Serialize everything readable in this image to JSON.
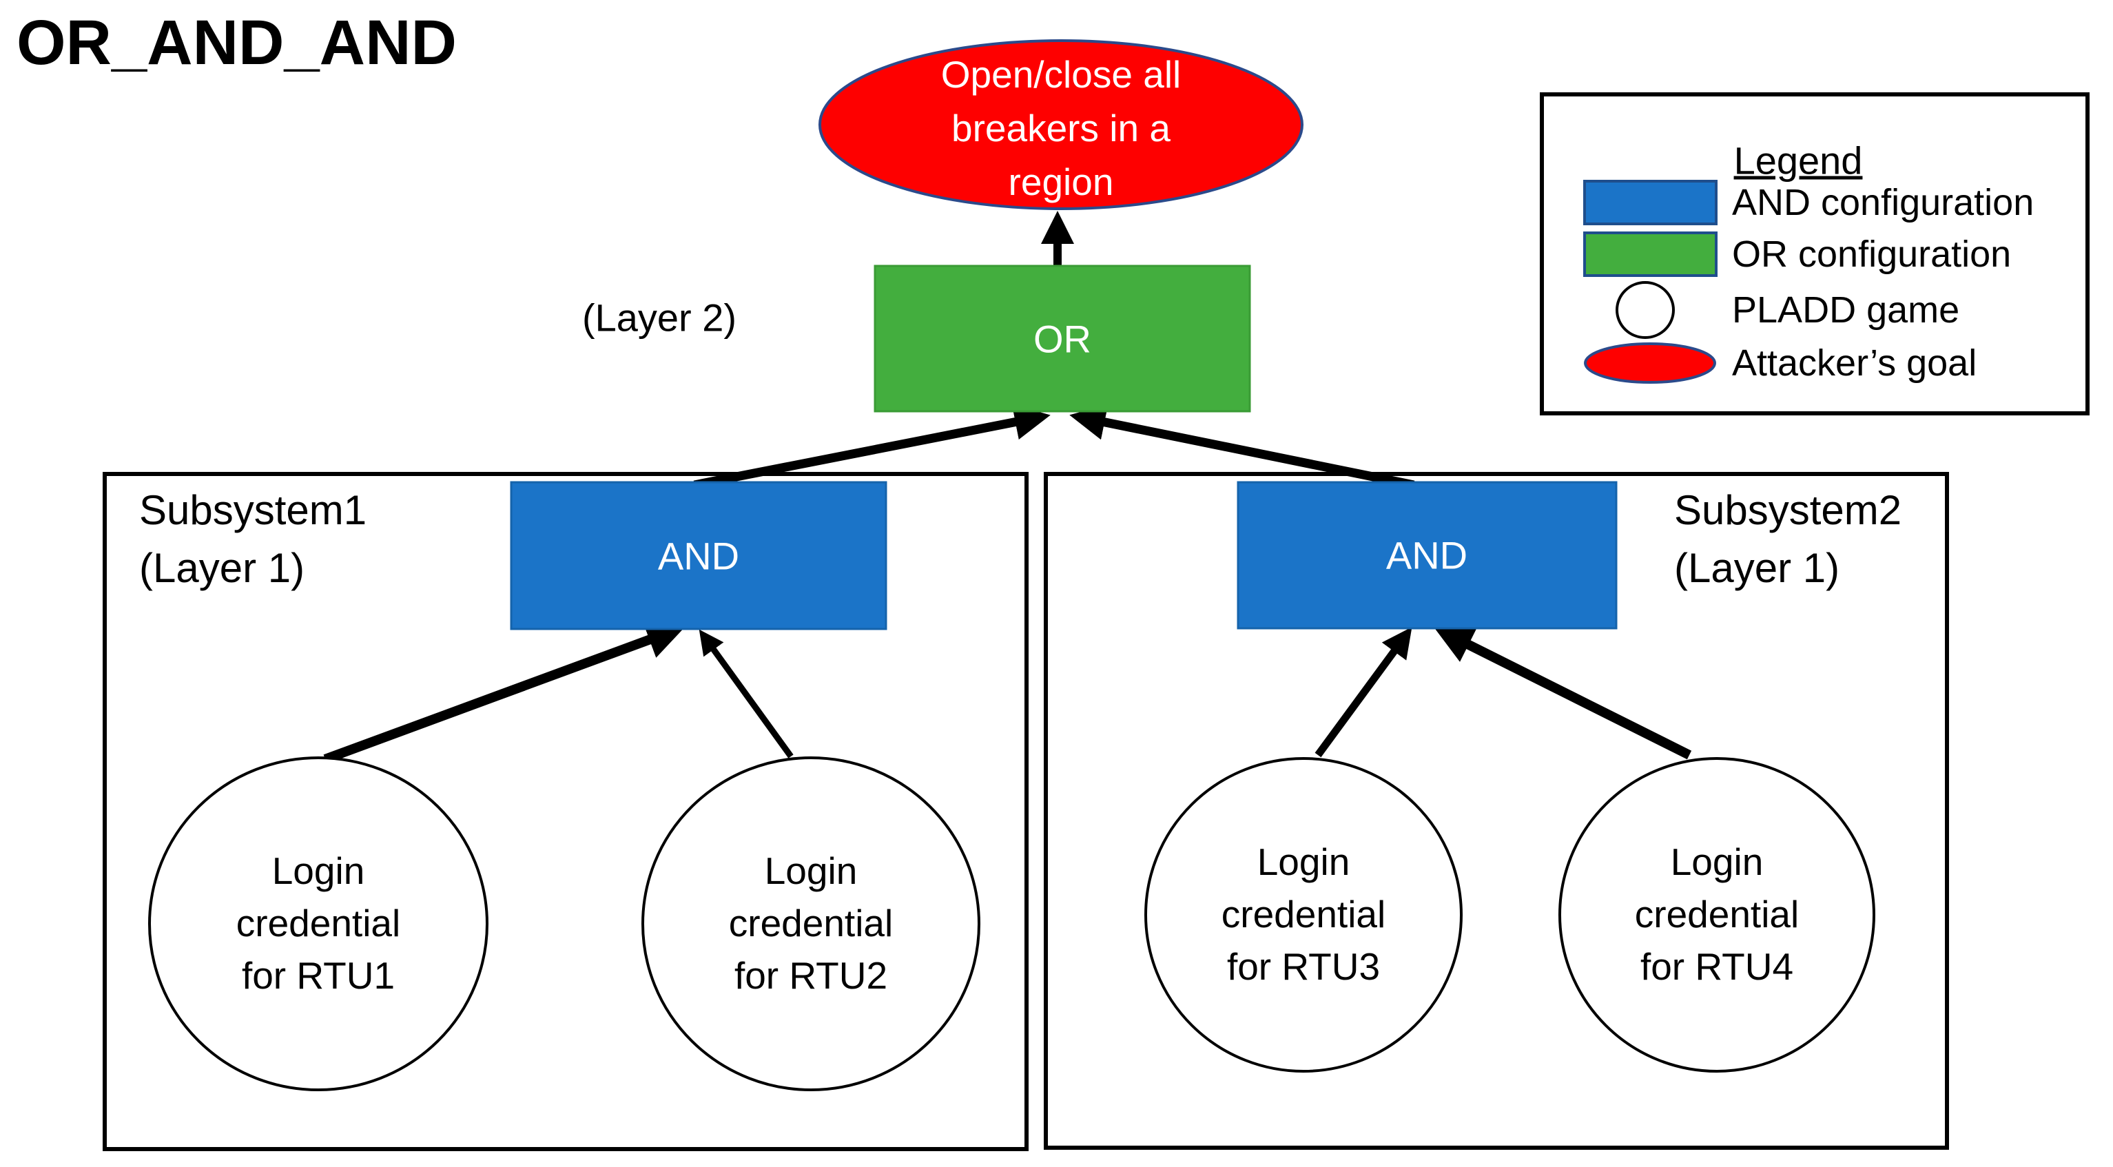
{
  "title": "OR_AND_AND",
  "colors": {
    "and_blue": "#1b74c8",
    "or_green": "#43ae3e",
    "goal_red": "#fe0000",
    "node_outline_navy": "#2b4a8b",
    "arrow_black": "#000000"
  },
  "tree": {
    "goal": {
      "label": "Open/close all breakers in a region"
    },
    "layer2_label": "(Layer 2)",
    "or_gate": {
      "label": "OR"
    },
    "subsystems": [
      {
        "name": "Subsystem1",
        "layer": "(Layer 1)",
        "gate_label": "AND",
        "leaves": [
          "Login credential for RTU1",
          "Login credential for RTU2"
        ]
      },
      {
        "name": "Subsystem2",
        "layer": "(Layer 1)",
        "gate_label": "AND",
        "leaves": [
          "Login credential for RTU3",
          "Login credential for RTU4"
        ]
      }
    ]
  },
  "legend": {
    "title": "Legend",
    "items": [
      "AND configuration",
      "OR configuration",
      "PLADD game",
      "Attacker’s goal"
    ]
  }
}
